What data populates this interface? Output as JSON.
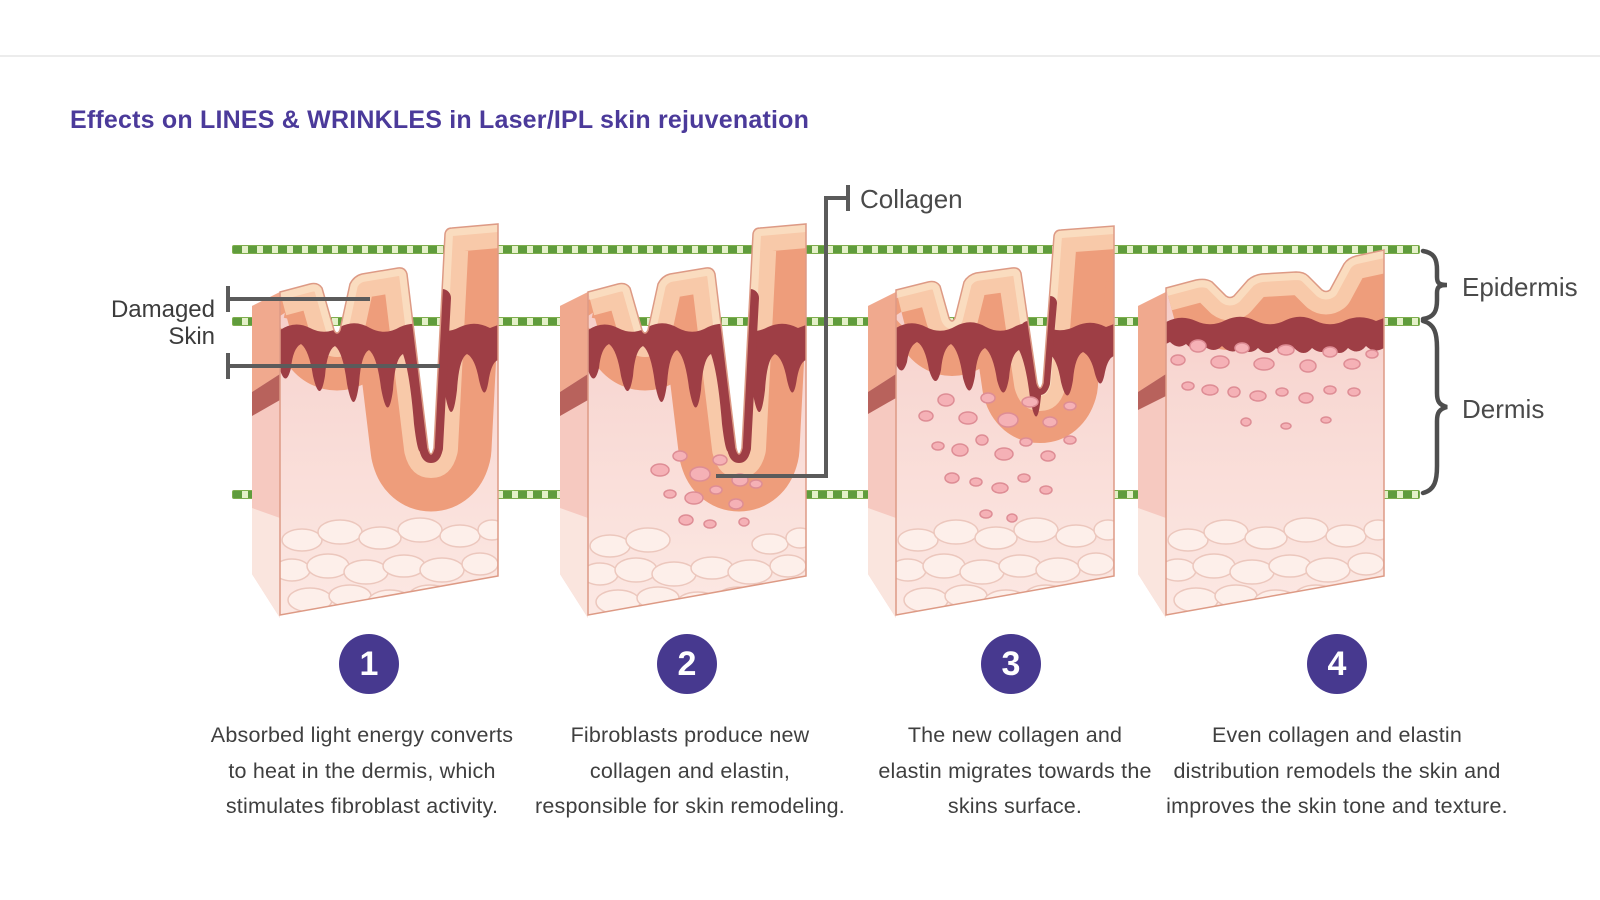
{
  "title": "Effects on LINES & WRINKLES in Laser/IPL skin rejuvenation",
  "annotations": {
    "damaged_skin": {
      "line1": "Damaged",
      "line2": "Skin"
    },
    "collagen": "Collagen",
    "epidermis": "Epidermis",
    "dermis": "Dermis"
  },
  "steps": [
    {
      "number": "1",
      "lines": [
        "Absorbed light energy converts",
        "to heat in the dermis, which",
        "stimulates fibroblast activity."
      ]
    },
    {
      "number": "2",
      "lines": [
        "Fibroblasts produce new",
        "collagen and elastin,",
        "responsible for skin remodeling."
      ]
    },
    {
      "number": "3",
      "lines": [
        "The new collagen and",
        "elastin migrates towards the",
        "skins surface."
      ]
    },
    {
      "number": "4",
      "lines": [
        "Even collagen and elastin",
        "distribution remodels the skin and",
        "improves  the skin tone and texture."
      ]
    }
  ],
  "colors": {
    "title": "#4b3a9a",
    "step_circle": "#47398f",
    "label_text": "#4a4a4a",
    "caption_text": "#3f3f3f",
    "green_line": "#5f9c3c",
    "pointer_grey": "#5b5b5b",
    "epidermis_orange": "#ee9d7b",
    "damaged_maroon": "#9e3e45",
    "dermis_pink": "#f8d7d2"
  }
}
